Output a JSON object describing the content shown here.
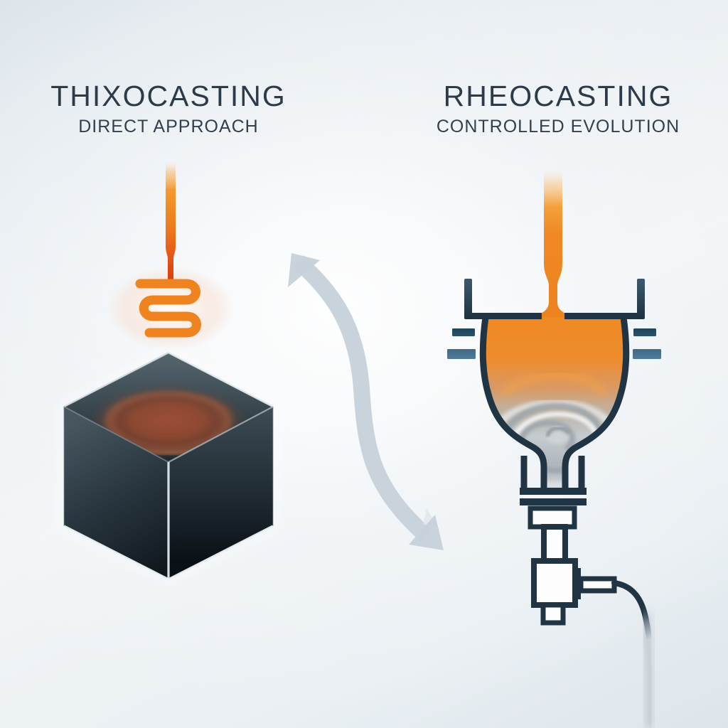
{
  "artwork": {
    "left_process": {
      "title": "THIXOCASTING",
      "subtitle": "DIRECT APPROACH",
      "icons": [
        "billet-feed-rod-icon",
        "induction-coil-icon",
        "heat-glow-icon",
        "metal-billet-cube-icon"
      ]
    },
    "center": {
      "icons": [
        "s-curve-transition-arrow-icon"
      ]
    },
    "right_process": {
      "title": "RHEOCASTING",
      "subtitle": "CONTROLLED EVOLUTION",
      "icons": [
        "molten-pour-stream-icon",
        "slurry-crucible-icon",
        "vibration-dash-icons",
        "slurry-vortex-icon",
        "shot-sleeve-icon",
        "valve-block-icon",
        "outlet-pipe-cable-icon"
      ]
    },
    "colors": {
      "title_text": "#2c3b4a",
      "accent_orange": "#ee8320",
      "deep_red_orange": "#d93c10",
      "outline_navy": "#203444",
      "dash_blue_dark": "#1d4258",
      "dash_blue_light": "#52809f",
      "arrow_gray_blue": "#c6d1da",
      "cube_dark_slate": "#27333c",
      "cube_glow_red": "#a04e36",
      "slurry_silver": "#b6bcc1",
      "background_light": "#eef1f4",
      "background_edge": "#dde4ea"
    }
  }
}
